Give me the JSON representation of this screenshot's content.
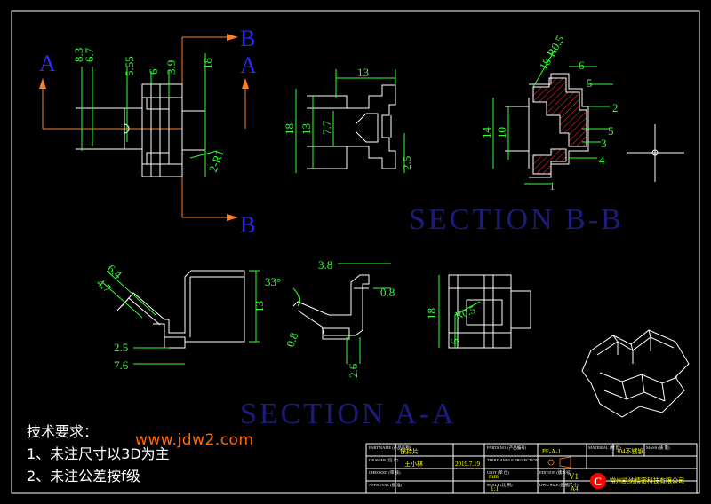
{
  "drawing": {
    "section_labels": {
      "a_left": "A",
      "a_right": "A",
      "b_top": "B",
      "b_bottom": "B"
    },
    "section_titles": {
      "bb": "SECTION B-B",
      "aa": "SECTION A-A"
    },
    "dims_front": [
      "8.3",
      "6.7",
      "5.55",
      "6",
      "3.9",
      "18",
      "2-R1"
    ],
    "dims_side": [
      "13",
      "18",
      "13",
      "7.7",
      "2.5"
    ],
    "dims_bb": [
      "18-R0.5",
      "6",
      "5",
      "2",
      "14",
      "10",
      "5",
      "3",
      "4",
      "1"
    ],
    "dims_aa_left": [
      "6.4",
      "4.7",
      "13",
      "2.5",
      "7.6"
    ],
    "dims_aa_mid": [
      "3.8",
      "33°",
      "0.8",
      "0.8",
      "2.6"
    ],
    "dims_right": [
      "18",
      "6",
      "R0.5"
    ]
  },
  "notes": {
    "title": "技术要求：",
    "line1": "1、未注尺寸以3D为主",
    "line2": "2、未注公差按f级"
  },
  "watermark": "www.jdw2.com",
  "title_block": {
    "part_name_label": "PART NAME (产品名称)",
    "part_name": "保持片",
    "parts_no_label": "PARTS NO. (产品编号)",
    "parts_no": "PF-A-1",
    "material_label": "MATERIAL (材 料)",
    "material": "304不锈钢",
    "mass_label": "MASS (质 量)",
    "drawer_label": "DRAWER (设 计)",
    "drawer": "王小林",
    "date": "2019.7.19",
    "projection_label": "THIRD ANGLE PROJECTION",
    "checked_label": "CHECKED (审 核)",
    "unit_label": "UNIT (单 位)",
    "unit": "mm",
    "edition_label": "EDITION (版本号)",
    "edition": "V1",
    "approval_label": "APPROVAL (批 准)",
    "scale_label": "SCALE (比 例)",
    "scale": "1:1",
    "dwg_size_label": "DWG SIZE (图纸尺寸)",
    "dwg_size": "A4",
    "company": "常州凯纳精密科技有限公司",
    "logo_letter": "C"
  },
  "colors": {
    "outline": "#ffffff",
    "dimension": "#33ff33",
    "section_line": "#ff7f27",
    "section_text": "#2a2aff",
    "section_title": "#1c1c7a",
    "hatch": "#ff3030",
    "label": "#ffff00",
    "watermark": "#ff6a00",
    "logo_bg": "#ff0000"
  }
}
